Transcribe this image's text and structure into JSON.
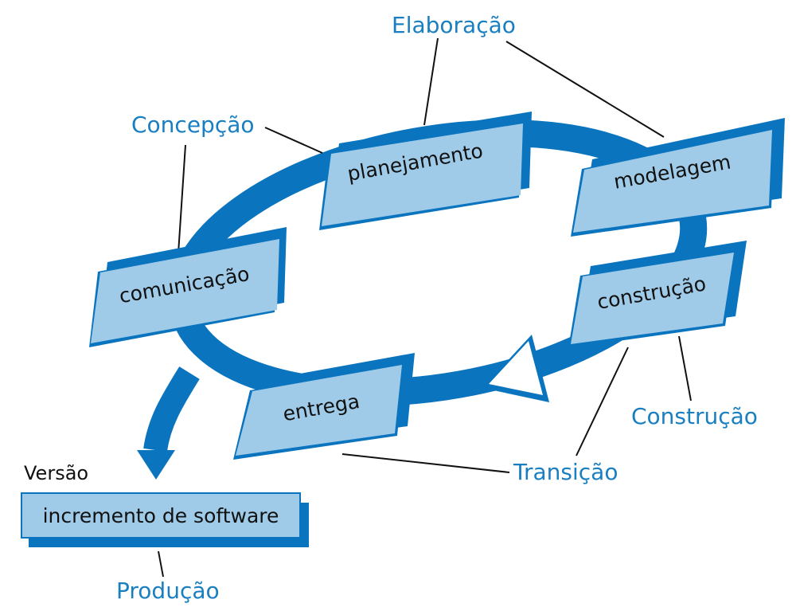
{
  "colors": {
    "arrow": "#0a74bf",
    "box_fill": "#9fcbe8",
    "box_shadow": "#0a74bf",
    "phase_text": "#1a7fc1",
    "box_text": "#111111"
  },
  "activities": {
    "comunicacao": "comunicação",
    "planejamento": "planejamento",
    "modelagem": "modelagem",
    "construcao": "construção",
    "entrega": "entrega"
  },
  "phases": {
    "concepcao": "Concepção",
    "elaboracao": "Elaboração",
    "construcao": "Construção",
    "transicao": "Transição",
    "producao": "Produção"
  },
  "release": {
    "version_label": "Versão",
    "increment_label": "incremento de software"
  }
}
